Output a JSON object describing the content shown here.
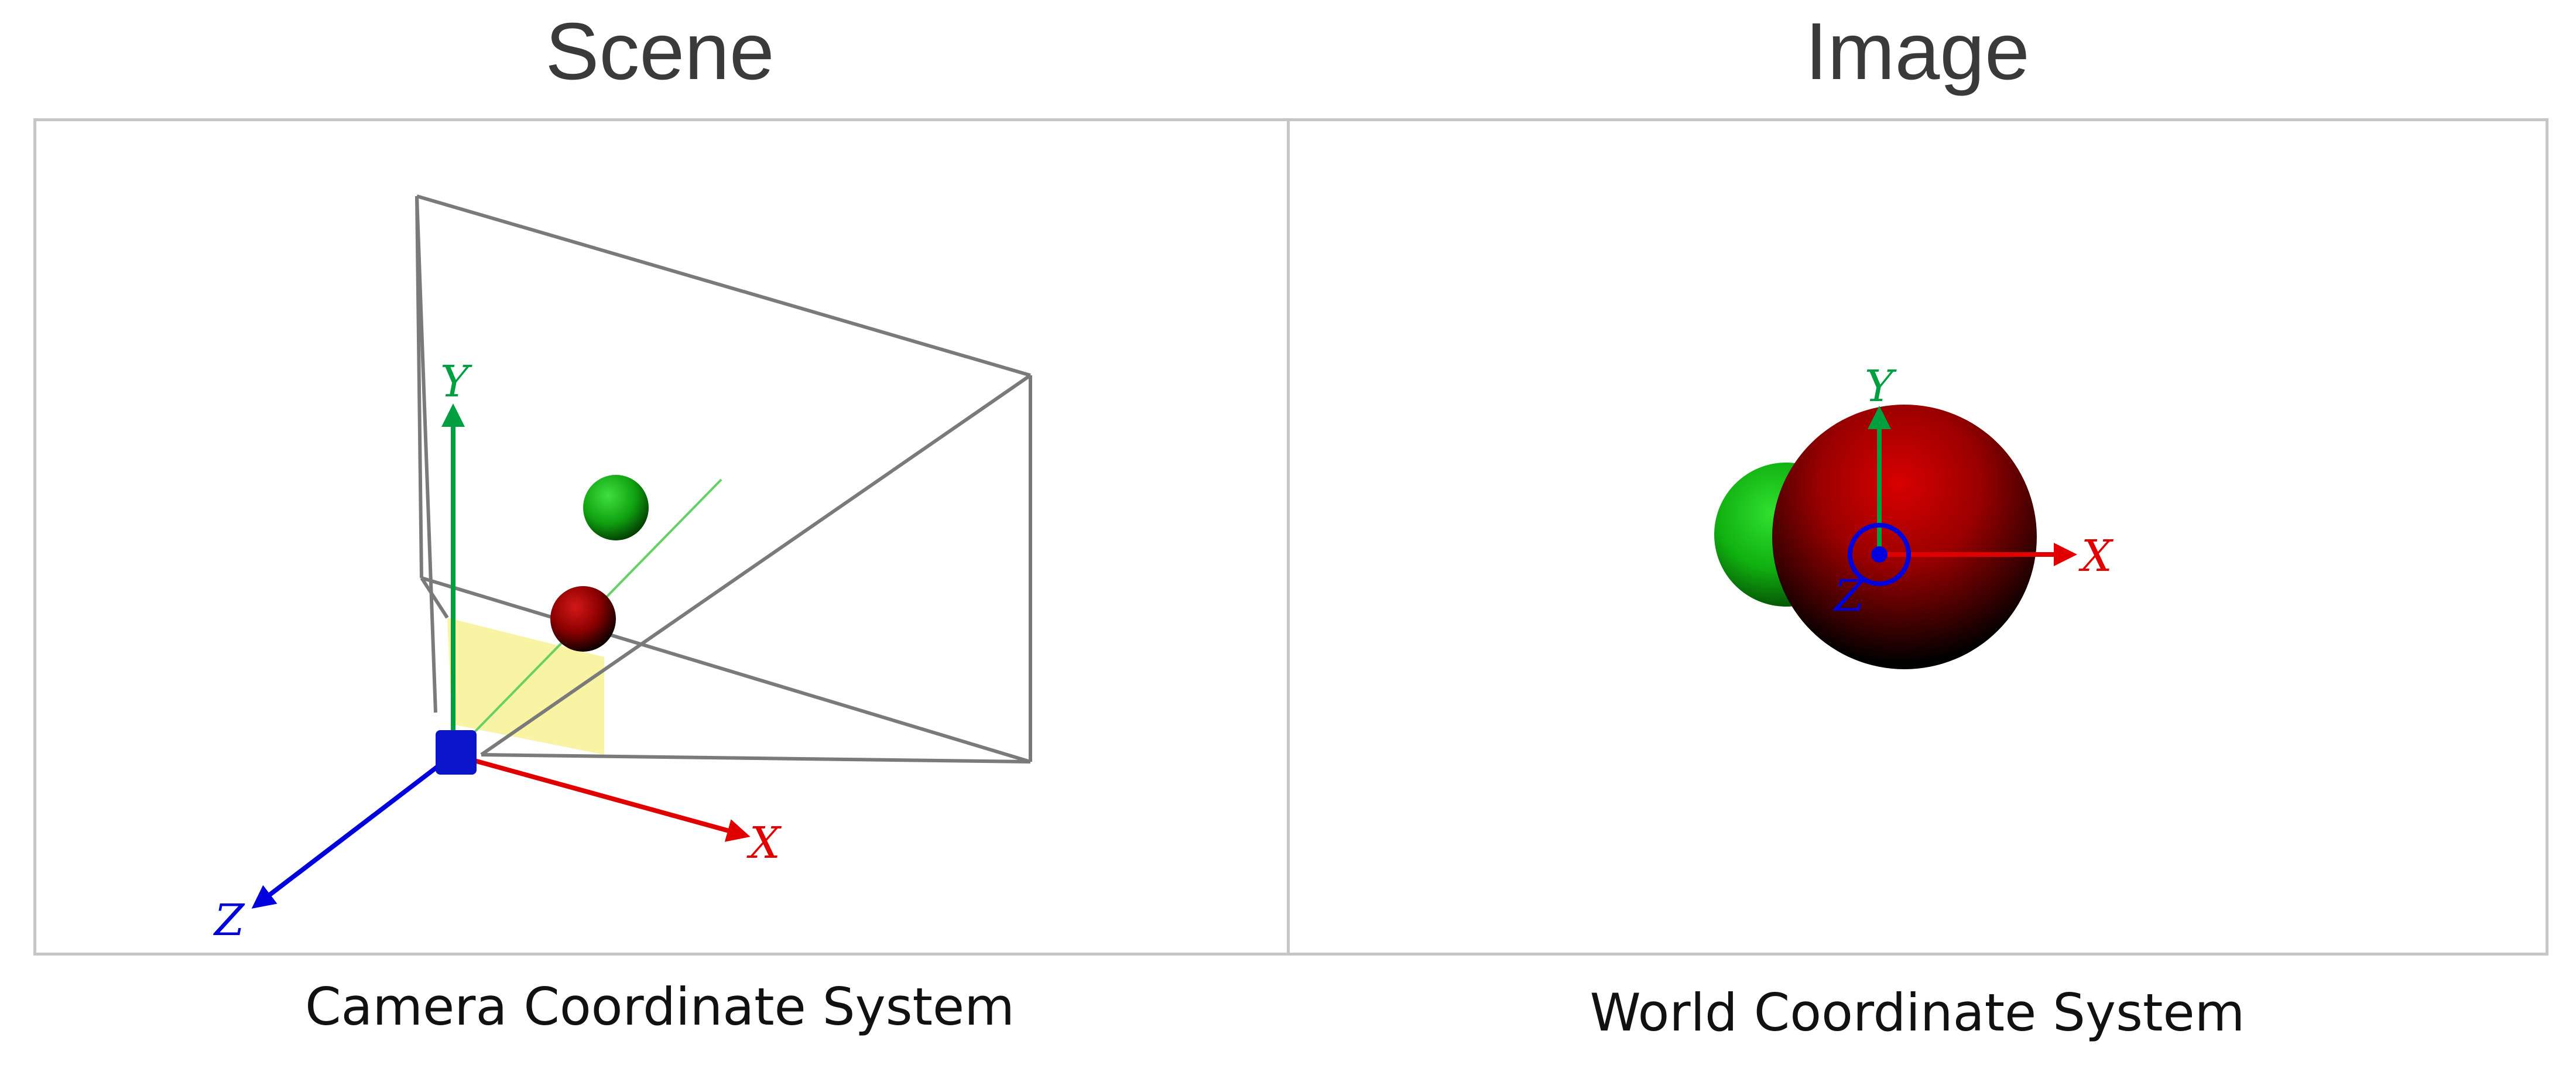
{
  "headings": {
    "left": "Scene",
    "right": "Image"
  },
  "captions": {
    "left": "Camera Coordinate System",
    "right": "World Coordinate System"
  },
  "scene_panel": {
    "axes": {
      "x": "X",
      "y": "Y",
      "z": "Z"
    }
  },
  "image_panel": {
    "axes": {
      "x": "X",
      "y": "Y",
      "z": "Z"
    }
  },
  "colors": {
    "x_axis": "#e00000",
    "y_axis": "#00a040",
    "z_axis": "#0000dd",
    "frustum_line": "#7a7a7a",
    "image_plane": "#f7f39a",
    "panel_border": "#c6c6c6",
    "red_sphere": "#c00000",
    "green_sphere": "#10c010"
  }
}
